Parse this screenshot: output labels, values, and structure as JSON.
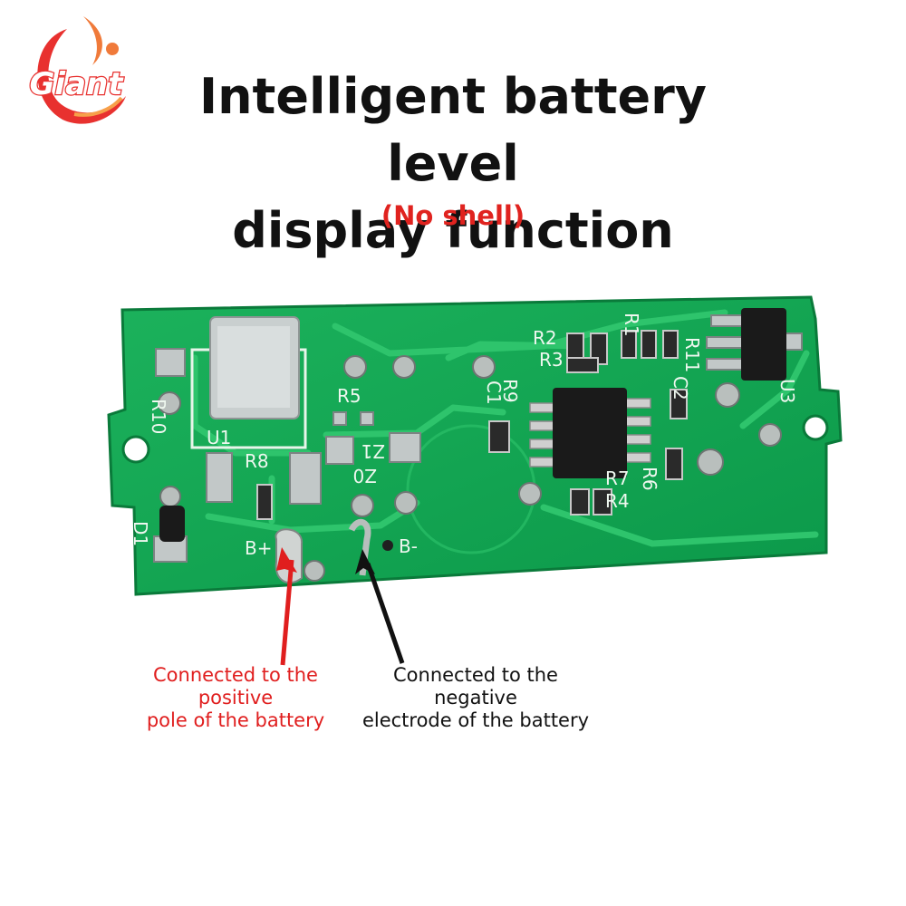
{
  "logo": {
    "text": "Giant",
    "color": "#e8312f"
  },
  "heading": {
    "line1": "Intelligent battery level",
    "line2": "display function"
  },
  "subheading": {
    "text": "(No shell)",
    "color": "#e0231f"
  },
  "board": {
    "pcb_color": "#10a452",
    "silkscreen": [
      "R10",
      "U1",
      "R8",
      "R5",
      "Z1",
      "Z0",
      "D1",
      "B+",
      "B-",
      "R2",
      "R3",
      "R1",
      "R11",
      "U3",
      "C1",
      "C2",
      "R6",
      "R7",
      "R4",
      "R9"
    ]
  },
  "labels": {
    "positive": {
      "lines": [
        "Connected to the",
        "positive",
        "pole of the battery"
      ],
      "color": "#e01e1e"
    },
    "negative": {
      "lines": [
        "Connected to the",
        "negative",
        "electrode of the battery"
      ],
      "color": "#111111"
    }
  }
}
